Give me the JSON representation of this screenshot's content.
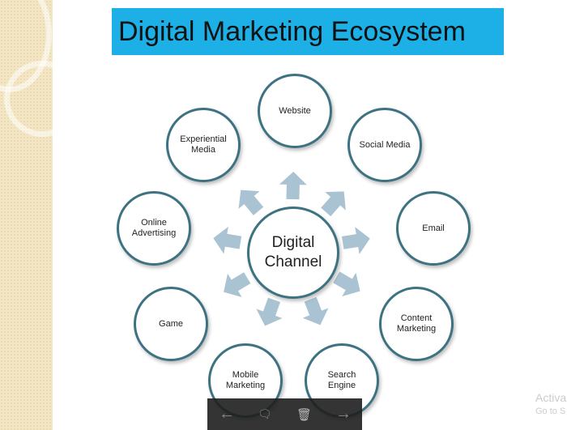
{
  "title": "Digital Marketing Ecosystem",
  "center": "Digital\nChannel",
  "nodes": [
    {
      "label": "Website"
    },
    {
      "label": "Social Media"
    },
    {
      "label": "Email"
    },
    {
      "label": "Content\nMarketing"
    },
    {
      "label": "Search\nEngine"
    },
    {
      "label": "Mobile\nMarketing"
    },
    {
      "label": "Game"
    },
    {
      "label": "Online\nAdvertising"
    },
    {
      "label": "Experiential\nMedia"
    }
  ],
  "toolbar": {
    "prev": "←",
    "notes": "🗨",
    "delete": "🗑",
    "next": "→"
  },
  "watermark": {
    "line1": "Activa",
    "line2": "Go to S"
  },
  "colors": {
    "title_bg": "#1cb0e6",
    "circle_border": "#3d7282",
    "arrow": "#a9c3d3"
  }
}
